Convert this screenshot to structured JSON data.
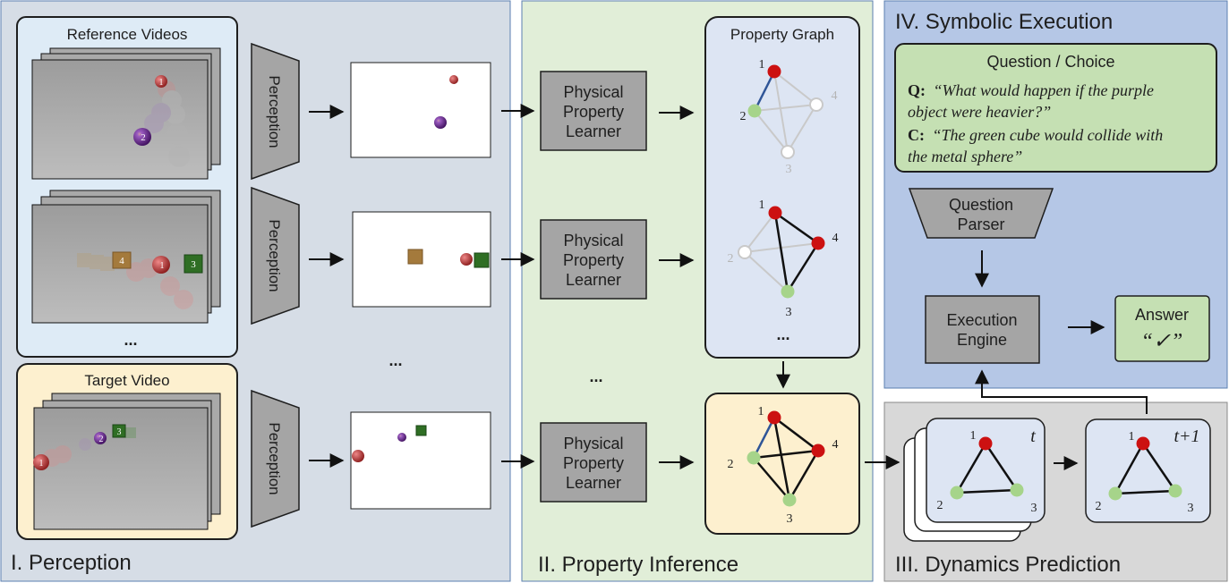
{
  "panels": {
    "perception": "I. Perception",
    "property_inference": "II. Property Inference",
    "dynamics_prediction": "III. Dynamics Prediction",
    "symbolic_execution": "IV. Symbolic Execution"
  },
  "reference_videos": {
    "title": "Reference Videos",
    "ellipsis": "..."
  },
  "target_video": {
    "title": "Target Video"
  },
  "perception_label": "Perception",
  "ellipsis": "...",
  "learner": {
    "line1": "Physical",
    "line2": "Property",
    "line3": "Learner"
  },
  "property_graph": {
    "title": "Property Graph",
    "ellipsis": "..."
  },
  "node_labels": [
    "1",
    "2",
    "3",
    "4"
  ],
  "video_marks": {
    "ref1": [
      "1",
      "2"
    ],
    "ref2": [
      "4",
      "1",
      "3"
    ],
    "target": [
      "1",
      "2",
      "3"
    ]
  },
  "time_labels": {
    "t": "t",
    "t_plus_1": "t+1"
  },
  "question_choice": {
    "title": "Question / Choice",
    "q_prefix": "Q:",
    "q_line1": "“What would happen if the purple",
    "q_line2": "object were heavier?”",
    "c_prefix": "C:",
    "c_line1": "“The green cube would collide with",
    "c_line2": "the metal sphere”"
  },
  "question_parser": {
    "line1": "Question",
    "line2": "Parser"
  },
  "execution_engine": {
    "line1": "Execution",
    "line2": "Engine"
  },
  "answer": {
    "title": "Answer",
    "value": "“✓”"
  },
  "colors": {
    "perception_bg": "#d6dde6",
    "inference_bg": "#e1eed8",
    "dynamics_bg": "#d8d8d8",
    "symbolic_bg": "#b5c7e6",
    "reference_bg": "#deebf6",
    "target_bg": "#fdf0cf",
    "graph_bg": "#dde5f3",
    "gray_box": "#a5a5a5",
    "green_box": "#c5e0b3",
    "node_red": "#cc1111",
    "node_green": "#a6d48a",
    "edge_blue": "#2f5597"
  }
}
